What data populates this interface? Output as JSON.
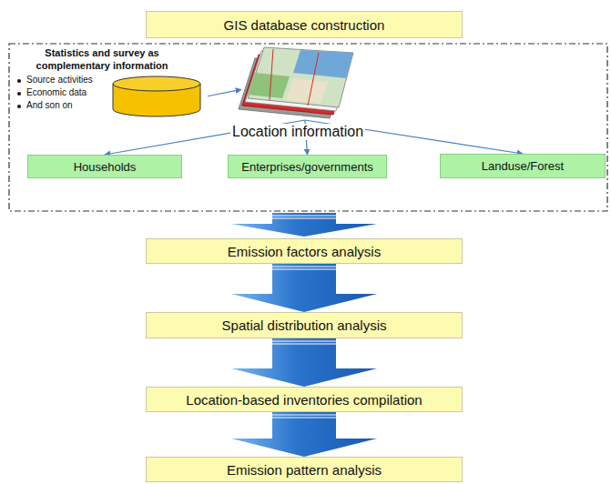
{
  "diagram": {
    "nodes": [
      {
        "text": [
          "GIS database construction"
        ]
      },
      {
        "text": [
          "Statistics and survey as complementary information",
          "Source activities",
          "Economic data",
          "And son on"
        ]
      },
      {
        "text": [
          "Location information"
        ]
      },
      {
        "text": [
          "Households"
        ]
      },
      {
        "text": [
          "Enterprises/governments"
        ]
      },
      {
        "text": [
          "Landuse/Forest"
        ]
      },
      {
        "text": [
          "Emission factors analysis"
        ]
      },
      {
        "text": [
          "Spatial distribution analysis"
        ]
      },
      {
        "text": [
          "Location-based inventories compilation"
        ]
      },
      {
        "text": [
          "Emission pattern analysis"
        ]
      }
    ],
    "edges": [
      {
        "from": 1,
        "to": 2,
        "arrow": "to"
      },
      {
        "from": 2,
        "to": 3,
        "arrow": "to"
      },
      {
        "from": 2,
        "to": 4,
        "arrow": "to"
      },
      {
        "from": 2,
        "to": 5,
        "arrow": "to"
      },
      {
        "from": 6,
        "to": 7,
        "arrow": "to"
      },
      {
        "from": 7,
        "to": 8,
        "arrow": "to"
      },
      {
        "from": 8,
        "to": 9,
        "arrow": "to"
      }
    ]
  }
}
